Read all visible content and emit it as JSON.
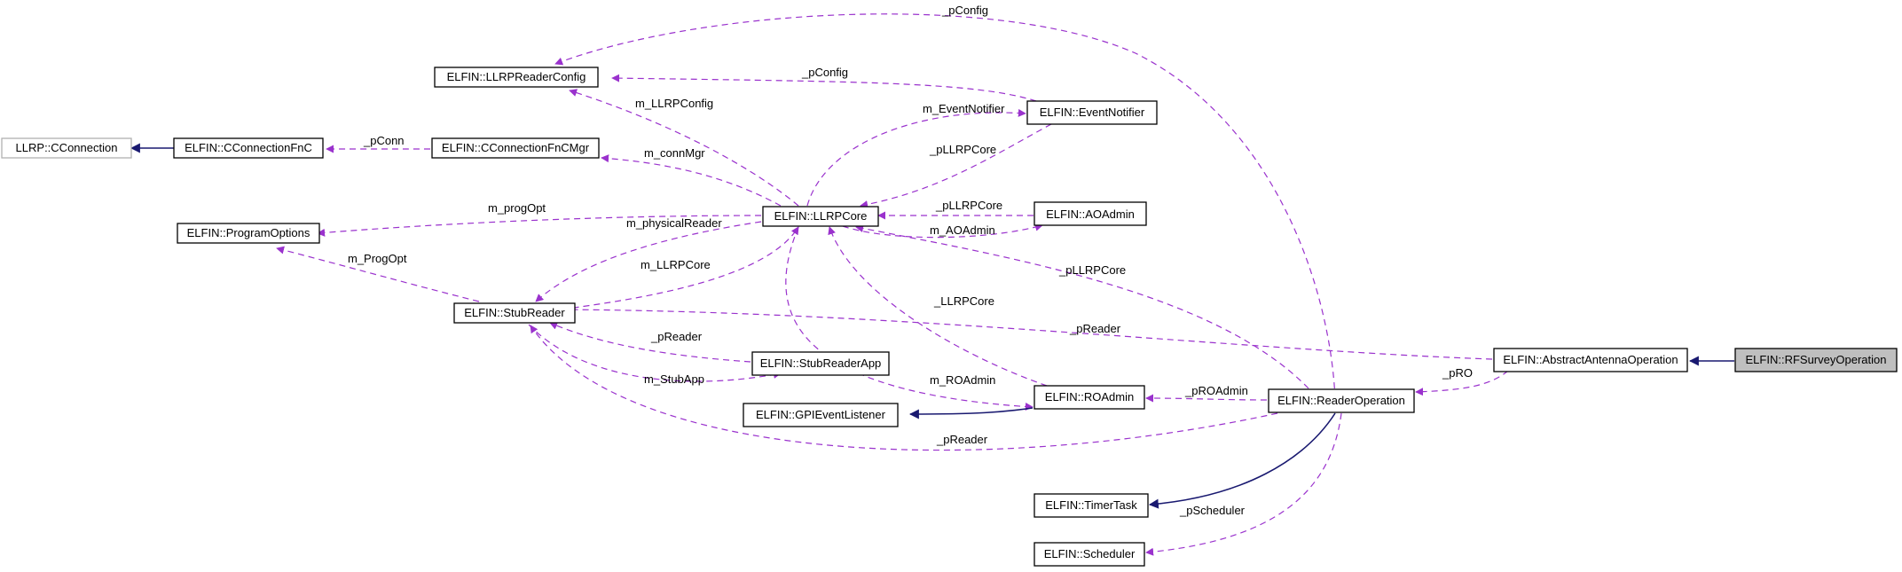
{
  "colors": {
    "usage_edge": "#9a32cd",
    "inheritance_edge": "#191970",
    "node_border": "#000000",
    "external_node_border": "#b0b0b0",
    "focus_node_fill": "#bfbfbf"
  },
  "nodes": [
    {
      "id": "llrp_cconnection",
      "label": "LLRP::CConnection"
    },
    {
      "id": "cconnectionfnc",
      "label": "ELFIN::CConnectionFnC"
    },
    {
      "id": "cconnectionfncmgr",
      "label": "ELFIN::CConnectionFnCMgr"
    },
    {
      "id": "llrpreaderconfig",
      "label": "ELFIN::LLRPReaderConfig"
    },
    {
      "id": "programoptions",
      "label": "ELFIN::ProgramOptions"
    },
    {
      "id": "stubreader",
      "label": "ELFIN::StubReader"
    },
    {
      "id": "llrpcore",
      "label": "ELFIN::LLRPCore"
    },
    {
      "id": "eventnotifier",
      "label": "ELFIN::EventNotifier"
    },
    {
      "id": "aoadmin",
      "label": "ELFIN::AOAdmin"
    },
    {
      "id": "stubreaderapp",
      "label": "ELFIN::StubReaderApp"
    },
    {
      "id": "gpieventlistener",
      "label": "ELFIN::GPIEventListener"
    },
    {
      "id": "roadmin",
      "label": "ELFIN::ROAdmin"
    },
    {
      "id": "readeroperation",
      "label": "ELFIN::ReaderOperation"
    },
    {
      "id": "timertask",
      "label": "ELFIN::TimerTask"
    },
    {
      "id": "scheduler",
      "label": "ELFIN::Scheduler"
    },
    {
      "id": "abstractantennaoperation",
      "label": "ELFIN::AbstractAntennaOperation"
    },
    {
      "id": "rfsurveyoperation",
      "label": "ELFIN::RFSurveyOperation"
    }
  ],
  "edges": [
    {
      "id": "e_pconfig_top",
      "kind": "usage",
      "label": "_pConfig"
    },
    {
      "id": "e_pconfig_en",
      "kind": "usage",
      "label": "_pConfig"
    },
    {
      "id": "e_m_llrpconfig",
      "kind": "usage",
      "label": "m_LLRPConfig"
    },
    {
      "id": "e_m_eventnotifier",
      "kind": "usage",
      "label": "m_EventNotifier"
    },
    {
      "id": "e_pllrpcore_en",
      "kind": "usage",
      "label": "_pLLRPCore"
    },
    {
      "id": "e_pconn",
      "kind": "usage",
      "label": "_pConn"
    },
    {
      "id": "e_m_connmgr",
      "kind": "usage",
      "label": "m_connMgr"
    },
    {
      "id": "e_m_progopt",
      "kind": "usage",
      "label": "m_progOpt"
    },
    {
      "id": "e_m_physicalreader",
      "kind": "usage",
      "label": "m_physicalReader"
    },
    {
      "id": "e_pllrpcore_ao",
      "kind": "usage",
      "label": "_pLLRPCore"
    },
    {
      "id": "e_m_aoadmin",
      "kind": "usage",
      "label": "m_AOAdmin"
    },
    {
      "id": "e_m_progopt2",
      "kind": "usage",
      "label": "m_ProgOpt"
    },
    {
      "id": "e_m_llrpcore",
      "kind": "usage",
      "label": "m_LLRPCore"
    },
    {
      "id": "e_pllrpcore_rop",
      "kind": "usage",
      "label": "_pLLRPCore"
    },
    {
      "id": "e_llrpcore_ro",
      "kind": "usage",
      "label": "_LLRPCore"
    },
    {
      "id": "e_preader_aao",
      "kind": "usage",
      "label": "_pReader"
    },
    {
      "id": "e_preader_app",
      "kind": "usage",
      "label": "_pReader"
    },
    {
      "id": "e_m_stubapp",
      "kind": "usage",
      "label": "m_StubApp"
    },
    {
      "id": "e_m_roadmin",
      "kind": "usage",
      "label": "m_ROAdmin"
    },
    {
      "id": "e_proadmin",
      "kind": "usage",
      "label": "_pROAdmin"
    },
    {
      "id": "e_preader_rop",
      "kind": "usage",
      "label": "_pReader"
    },
    {
      "id": "e_pro",
      "kind": "usage",
      "label": "_pRO"
    },
    {
      "id": "e_pscheduler",
      "kind": "usage",
      "label": "_pScheduler"
    },
    {
      "id": "i_cconn",
      "kind": "inherit",
      "label": ""
    },
    {
      "id": "i_gpi",
      "kind": "inherit",
      "label": ""
    },
    {
      "id": "i_timer",
      "kind": "inherit",
      "label": ""
    },
    {
      "id": "i_aao",
      "kind": "inherit",
      "label": ""
    }
  ]
}
